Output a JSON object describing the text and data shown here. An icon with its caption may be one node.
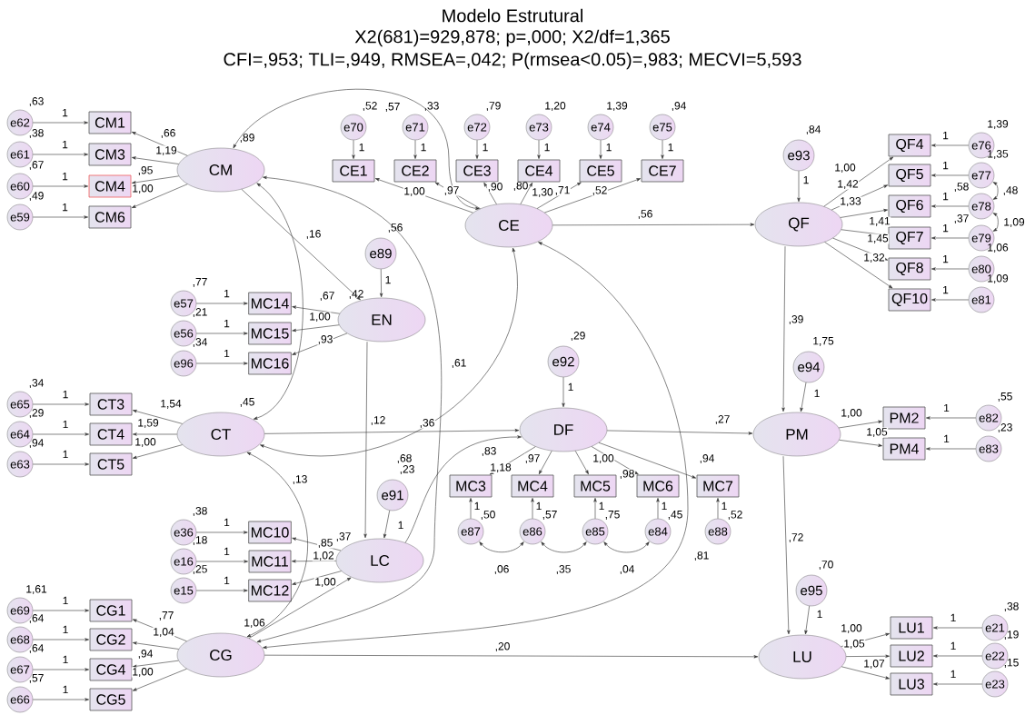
{
  "diagram": {
    "title": "Modelo Estrutural",
    "labels": [
      "X2(681)=929,878; p=,000; X2/df=1,365",
      "CFI=,953; TLI=,949, RMSEA=,042; P(rmsea<0.05)=,983; MECVI=5,593",
      ",80"
    ],
    "nodes": [
      {
        "text": [
          "e62"
        ],
        "beside": [
          ",63"
        ]
      },
      {
        "text": [
          "CM1"
        ]
      },
      {
        "text": [
          "e61"
        ],
        "beside": [
          ",38"
        ]
      },
      {
        "text": [
          "CM3"
        ]
      },
      {
        "text": [
          "e60"
        ],
        "beside": [
          ",67"
        ]
      },
      {
        "text": [
          "CM4"
        ]
      },
      {
        "text": [
          "e59"
        ],
        "beside": [
          ",49"
        ]
      },
      {
        "text": [
          "CM6"
        ]
      },
      {
        "text": [
          "CM"
        ],
        "beside": [
          ",89"
        ]
      },
      {
        "text": [
          "e70"
        ],
        "beside": [
          ",52"
        ]
      },
      {
        "text": [
          "e71"
        ],
        "beside": [
          ",33"
        ]
      },
      {
        "text": [
          "e72"
        ],
        "beside": [
          ",79"
        ]
      },
      {
        "text": [
          "e73"
        ],
        "beside": [
          "1,20"
        ]
      },
      {
        "text": [
          "e74"
        ],
        "beside": [
          "1,39"
        ]
      },
      {
        "text": [
          "e75"
        ],
        "beside": [
          ",94"
        ]
      },
      {
        "text": [
          "CE1"
        ]
      },
      {
        "text": [
          "CE2"
        ]
      },
      {
        "text": [
          "CE3"
        ]
      },
      {
        "text": [
          "CE4"
        ]
      },
      {
        "text": [
          "CE5"
        ]
      },
      {
        "text": [
          "CE7"
        ]
      },
      {
        "text": [
          "CE"
        ]
      },
      {
        "text": [
          "e93"
        ],
        "beside": [
          ",84"
        ]
      },
      {
        "text": [
          "QF"
        ]
      },
      {
        "text": [
          "QF4"
        ]
      },
      {
        "text": [
          "QF5"
        ]
      },
      {
        "text": [
          "QF6"
        ]
      },
      {
        "text": [
          "QF7"
        ]
      },
      {
        "text": [
          "QF8"
        ]
      },
      {
        "text": [
          "QF10"
        ]
      },
      {
        "text": [
          "e76"
        ],
        "beside": [
          "1,39"
        ]
      },
      {
        "text": [
          "e77"
        ],
        "beside": [
          "1,35"
        ]
      },
      {
        "text": [
          "e78"
        ],
        "beside": [
          ",58"
        ]
      },
      {
        "text": [
          "e79"
        ],
        "beside": [
          ",37"
        ]
      },
      {
        "text": [
          "e80"
        ],
        "beside": [
          "1,06"
        ]
      },
      {
        "text": [
          "e81"
        ],
        "beside": [
          "1,09"
        ]
      },
      {
        "text": [
          "e89"
        ],
        "beside": [
          ",56"
        ]
      },
      {
        "text": [
          "EN"
        ],
        "beside": [
          ",42"
        ]
      },
      {
        "text": [
          "e57"
        ],
        "beside": [
          ",77"
        ]
      },
      {
        "text": [
          "MC14"
        ]
      },
      {
        "text": [
          "e56"
        ],
        "beside": [
          ",21"
        ]
      },
      {
        "text": [
          "MC15"
        ]
      },
      {
        "text": [
          "e96"
        ],
        "beside": [
          ",34"
        ]
      },
      {
        "text": [
          "MC16"
        ]
      },
      {
        "text": [
          "e94"
        ],
        "beside": [
          "1,75"
        ]
      },
      {
        "text": [
          "e92"
        ],
        "beside": [
          ",29"
        ]
      },
      {
        "text": [
          "DF"
        ]
      },
      {
        "text": [
          "PM"
        ]
      },
      {
        "text": [
          "PM2"
        ]
      },
      {
        "text": [
          "PM4"
        ]
      },
      {
        "text": [
          "e82"
        ],
        "beside": [
          ",55"
        ]
      },
      {
        "text": [
          "e83"
        ],
        "beside": [
          ",23"
        ]
      },
      {
        "text": [
          "e65"
        ],
        "beside": [
          ",34"
        ]
      },
      {
        "text": [
          "CT3"
        ]
      },
      {
        "text": [
          "e64"
        ],
        "beside": [
          ",29"
        ]
      },
      {
        "text": [
          "CT4"
        ]
      },
      {
        "text": [
          "e63"
        ],
        "beside": [
          ",94"
        ]
      },
      {
        "text": [
          "CT5"
        ]
      },
      {
        "text": [
          "CT"
        ],
        "beside": [
          ",45"
        ]
      },
      {
        "text": [
          "MC3"
        ]
      },
      {
        "text": [
          "MC4"
        ]
      },
      {
        "text": [
          "MC5"
        ]
      },
      {
        "text": [
          "MC6"
        ]
      },
      {
        "text": [
          "MC7"
        ]
      },
      {
        "text": [
          "e87"
        ],
        "beside": [
          ",50"
        ]
      },
      {
        "text": [
          "e86"
        ],
        "beside": [
          ",57"
        ]
      },
      {
        "text": [
          "e85"
        ],
        "beside": [
          ",75"
        ]
      },
      {
        "text": [
          "e84"
        ],
        "beside": [
          ",45"
        ]
      },
      {
        "text": [
          "e88"
        ],
        "beside": [
          ",52"
        ]
      },
      {
        "text": [
          "e91"
        ],
        "beside": [
          ",23"
        ]
      },
      {
        "text": [
          "LC"
        ],
        "beside": [
          ",37"
        ]
      },
      {
        "text": [
          "e36"
        ],
        "beside": [
          ",38"
        ]
      },
      {
        "text": [
          "MC10"
        ]
      },
      {
        "text": [
          "e16"
        ],
        "beside": [
          ",18"
        ]
      },
      {
        "text": [
          "MC11"
        ]
      },
      {
        "text": [
          "e15"
        ],
        "beside": [
          ",25"
        ]
      },
      {
        "text": [
          "MC12"
        ]
      },
      {
        "text": [
          "e95"
        ],
        "beside": [
          ",70"
        ]
      },
      {
        "text": [
          "e69"
        ],
        "beside": [
          "1,61"
        ]
      },
      {
        "text": [
          "CG1"
        ]
      },
      {
        "text": [
          "e68"
        ],
        "beside": [
          ",64"
        ]
      },
      {
        "text": [
          "CG2"
        ]
      },
      {
        "text": [
          "e67"
        ],
        "beside": [
          ",64"
        ]
      },
      {
        "text": [
          "CG4"
        ]
      },
      {
        "text": [
          "e66"
        ],
        "beside": [
          ",57"
        ]
      },
      {
        "text": [
          "CG5"
        ]
      },
      {
        "text": [
          "CG"
        ],
        "beside": [
          "1,06"
        ]
      },
      {
        "text": [
          "LU"
        ]
      },
      {
        "text": [
          "LU1"
        ]
      },
      {
        "text": [
          "LU2"
        ]
      },
      {
        "text": [
          "LU3"
        ]
      },
      {
        "text": [
          "e21"
        ],
        "beside": [
          ",38"
        ]
      },
      {
        "text": [
          "e22"
        ],
        "beside": [
          ",19"
        ]
      },
      {
        "text": [
          "e23"
        ],
        "beside": [
          ",15"
        ]
      }
    ],
    "edges": [
      {
        "from": 0,
        "to": 1,
        "arrow": "to",
        "label": "1"
      },
      {
        "from": 2,
        "to": 3,
        "arrow": "to",
        "label": "1"
      },
      {
        "from": 4,
        "to": 5,
        "arrow": "to",
        "label": "1"
      },
      {
        "from": 6,
        "to": 7,
        "arrow": "to",
        "label": "1"
      },
      {
        "from": 8,
        "to": 1,
        "arrow": "to",
        "label": ",66"
      },
      {
        "from": 8,
        "to": 3,
        "arrow": "to",
        "label": "1,19"
      },
      {
        "from": 8,
        "to": 5,
        "arrow": "to",
        "label": ",95"
      },
      {
        "from": 8,
        "to": 7,
        "arrow": "to",
        "label": "1,00"
      },
      {
        "from": 9,
        "to": 15,
        "arrow": "to",
        "label": "1"
      },
      {
        "from": 10,
        "to": 16,
        "arrow": "to",
        "label": "1"
      },
      {
        "from": 11,
        "to": 17,
        "arrow": "to",
        "label": "1"
      },
      {
        "from": 12,
        "to": 18,
        "arrow": "to",
        "label": "1"
      },
      {
        "from": 13,
        "to": 19,
        "arrow": "to",
        "label": "1"
      },
      {
        "from": 14,
        "to": 20,
        "arrow": "to",
        "label": "1"
      },
      {
        "from": 21,
        "to": 15,
        "arrow": "to",
        "label": "1,00"
      },
      {
        "from": 21,
        "to": 16,
        "arrow": "to",
        "label": ",97"
      },
      {
        "from": 21,
        "to": 17,
        "arrow": "to",
        "label": ",90"
      },
      {
        "from": 21,
        "to": 18,
        "arrow": "to",
        "label": "1,30"
      },
      {
        "from": 21,
        "to": 19,
        "arrow": "to",
        "label": ",71"
      },
      {
        "from": 21,
        "to": 20,
        "arrow": "to",
        "label": ",52"
      },
      {
        "from": 8,
        "to": 21,
        "arrow": "both",
        "label": ",57"
      },
      {
        "from": 21,
        "to": 23,
        "arrow": "to",
        "label": ",56"
      },
      {
        "from": 22,
        "to": 23,
        "arrow": "to",
        "label": "1"
      },
      {
        "from": 23,
        "to": 24,
        "arrow": "to",
        "label": "1,00"
      },
      {
        "from": 23,
        "to": 25,
        "arrow": "to",
        "label": "1,42"
      },
      {
        "from": 23,
        "to": 26,
        "arrow": "to",
        "label": "1,33"
      },
      {
        "from": 23,
        "to": 27,
        "arrow": "to",
        "label": "1,41"
      },
      {
        "from": 23,
        "to": 28,
        "arrow": "to",
        "label": "1,45"
      },
      {
        "from": 23,
        "to": 29,
        "arrow": "to",
        "label": "1,32"
      },
      {
        "from": 30,
        "to": 24,
        "arrow": "to",
        "label": "1"
      },
      {
        "from": 31,
        "to": 25,
        "arrow": "to",
        "label": "1"
      },
      {
        "from": 32,
        "to": 26,
        "arrow": "to",
        "label": "1"
      },
      {
        "from": 33,
        "to": 27,
        "arrow": "to",
        "label": "1"
      },
      {
        "from": 34,
        "to": 28,
        "arrow": "to",
        "label": "1"
      },
      {
        "from": 35,
        "to": 29,
        "arrow": "to",
        "label": "1"
      },
      {
        "from": 31,
        "to": 32,
        "arrow": "both",
        "label": ",48"
      },
      {
        "from": 32,
        "to": 33,
        "arrow": "both",
        "label": "1,09"
      },
      {
        "from": 8,
        "to": 37,
        "arrow": "to",
        "label": ",16"
      },
      {
        "from": 36,
        "to": 37,
        "arrow": "to",
        "label": "1"
      },
      {
        "from": 38,
        "to": 39,
        "arrow": "to",
        "label": "1"
      },
      {
        "from": 40,
        "to": 41,
        "arrow": "to",
        "label": "1"
      },
      {
        "from": 42,
        "to": 43,
        "arrow": "to",
        "label": "1"
      },
      {
        "from": 37,
        "to": 39,
        "arrow": "to",
        "label": ",67"
      },
      {
        "from": 37,
        "to": 41,
        "arrow": "to",
        "label": "1,00"
      },
      {
        "from": 37,
        "to": 43,
        "arrow": "to",
        "label": ",93"
      },
      {
        "from": 23,
        "to": 47,
        "arrow": "to",
        "label": ",39"
      },
      {
        "from": 44,
        "to": 47,
        "arrow": "to",
        "label": "1"
      },
      {
        "from": 45,
        "to": 46,
        "arrow": "to",
        "label": "1"
      },
      {
        "from": 46,
        "to": 47,
        "arrow": "to",
        "label": ",27"
      },
      {
        "from": 47,
        "to": 48,
        "arrow": "to",
        "label": "1,00"
      },
      {
        "from": 47,
        "to": 49,
        "arrow": "to",
        "label": "1,05"
      },
      {
        "from": 50,
        "to": 48,
        "arrow": "to",
        "label": "1"
      },
      {
        "from": 51,
        "to": 49,
        "arrow": "to",
        "label": "1"
      },
      {
        "from": 52,
        "to": 53,
        "arrow": "to",
        "label": "1"
      },
      {
        "from": 54,
        "to": 55,
        "arrow": "to",
        "label": "1"
      },
      {
        "from": 56,
        "to": 57,
        "arrow": "to",
        "label": "1"
      },
      {
        "from": 58,
        "to": 53,
        "arrow": "to",
        "label": "1,54"
      },
      {
        "from": 58,
        "to": 55,
        "arrow": "to",
        "label": "1,59"
      },
      {
        "from": 58,
        "to": 57,
        "arrow": "to",
        "label": "1,00"
      },
      {
        "from": 8,
        "to": 58,
        "arrow": "both"
      },
      {
        "from": 58,
        "to": 46,
        "arrow": "to",
        "label": ",36"
      },
      {
        "from": 58,
        "to": 21,
        "arrow": "both",
        "label": ",68"
      },
      {
        "from": 46,
        "to": 59,
        "arrow": "to",
        "label": "1,18"
      },
      {
        "from": 46,
        "to": 60,
        "arrow": "to",
        "label": ",97"
      },
      {
        "from": 46,
        "to": 61,
        "arrow": "to",
        "label": "1,00"
      },
      {
        "from": 46,
        "to": 62,
        "arrow": "to",
        "label": ",98"
      },
      {
        "from": 46,
        "to": 63,
        "arrow": "to",
        "label": ",94"
      },
      {
        "from": 64,
        "to": 59,
        "arrow": "to",
        "label": "1"
      },
      {
        "from": 65,
        "to": 60,
        "arrow": "to",
        "label": "1"
      },
      {
        "from": 66,
        "to": 61,
        "arrow": "to",
        "label": "1"
      },
      {
        "from": 67,
        "to": 62,
        "arrow": "to",
        "label": "1"
      },
      {
        "from": 68,
        "to": 63,
        "arrow": "to",
        "label": "1"
      },
      {
        "from": 64,
        "to": 65,
        "arrow": "both",
        "label": ",06"
      },
      {
        "from": 65,
        "to": 66,
        "arrow": "both",
        "label": ",35"
      },
      {
        "from": 66,
        "to": 67,
        "arrow": "both",
        "label": ",04"
      },
      {
        "from": 37,
        "to": 70,
        "arrow": "to",
        "label": ",12"
      },
      {
        "from": 69,
        "to": 70,
        "arrow": "to",
        "label": "1"
      },
      {
        "from": 70,
        "to": 46,
        "arrow": "to",
        "label": ",83"
      },
      {
        "from": 71,
        "to": 72,
        "arrow": "to",
        "label": "1"
      },
      {
        "from": 73,
        "to": 74,
        "arrow": "to",
        "label": "1"
      },
      {
        "from": 75,
        "to": 76,
        "arrow": "to",
        "label": "1"
      },
      {
        "from": 70,
        "to": 72,
        "arrow": "to",
        "label": ",85"
      },
      {
        "from": 70,
        "to": 74,
        "arrow": "to",
        "label": "1,02"
      },
      {
        "from": 70,
        "to": 76,
        "arrow": "to",
        "label": "1,00"
      },
      {
        "from": 8,
        "to": 86,
        "arrow": "both",
        "label": ",61"
      },
      {
        "from": 58,
        "to": 86,
        "arrow": "both",
        "label": ",13"
      },
      {
        "from": 86,
        "to": 70,
        "arrow": "to"
      },
      {
        "from": 86,
        "to": 21,
        "arrow": "both",
        "label": ",81"
      },
      {
        "from": 47,
        "to": 87,
        "arrow": "to",
        "label": ",72"
      },
      {
        "from": 77,
        "to": 87,
        "arrow": "to",
        "label": "1"
      },
      {
        "from": 86,
        "to": 87,
        "arrow": "to",
        "label": ",20"
      },
      {
        "from": 78,
        "to": 79,
        "arrow": "to",
        "label": "1"
      },
      {
        "from": 80,
        "to": 81,
        "arrow": "to",
        "label": "1"
      },
      {
        "from": 82,
        "to": 83,
        "arrow": "to",
        "label": "1"
      },
      {
        "from": 84,
        "to": 85,
        "arrow": "to",
        "label": "1"
      },
      {
        "from": 86,
        "to": 79,
        "arrow": "to",
        "label": ",77"
      },
      {
        "from": 86,
        "to": 81,
        "arrow": "to",
        "label": "1,04"
      },
      {
        "from": 86,
        "to": 83,
        "arrow": "to",
        "label": ",94"
      },
      {
        "from": 86,
        "to": 85,
        "arrow": "to",
        "label": "1,00"
      },
      {
        "from": 87,
        "to": 88,
        "arrow": "to",
        "label": "1,00"
      },
      {
        "from": 87,
        "to": 89,
        "arrow": "to",
        "label": "1,05"
      },
      {
        "from": 87,
        "to": 90,
        "arrow": "to",
        "label": "1,07"
      },
      {
        "from": 91,
        "to": 88,
        "arrow": "to",
        "label": "1"
      },
      {
        "from": 92,
        "to": 89,
        "arrow": "to",
        "label": "1"
      },
      {
        "from": 93,
        "to": 90,
        "arrow": "to",
        "label": "1"
      }
    ]
  }
}
